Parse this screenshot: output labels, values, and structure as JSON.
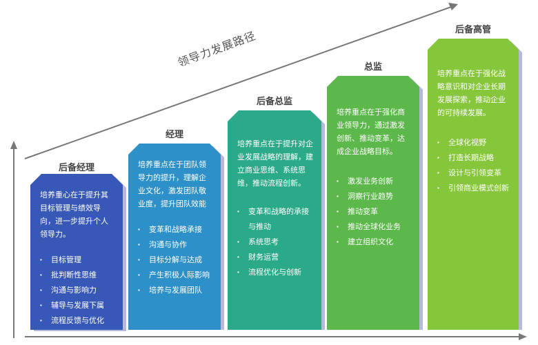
{
  "path_title": "领导力发展路径",
  "stages": [
    {
      "title": "后备经理",
      "color": "#3858b8",
      "desc": "培养重心在于提升其目标管理与绩效导向，进一步提升个人领导力。",
      "items": [
        "目标管理",
        "批判断性思维",
        "沟通与影响力",
        "辅导与发展下属",
        "流程反馈与优化"
      ]
    },
    {
      "title": "经理",
      "color": "#2e90c8",
      "desc": "培养重点在于团队领导力的提升，理解企业文化，激发团队敬业度，提升团队效能",
      "items": [
        "变革和战略承接",
        "沟通与协作",
        "目标分解与达成",
        "产生积极人际影响",
        "培养与发展团队"
      ]
    },
    {
      "title": "后备总监",
      "color": "#2aaa88",
      "desc": "培养重点在于提升对企业发展战略的理解，建立商业思维、系统思维，推动流程创新。",
      "items": [
        "变革和战略的承接与推动",
        "系统思考",
        "财务运营",
        "流程优化与创新"
      ]
    },
    {
      "title": "总监",
      "color": "#5cb84a",
      "desc": "培养重点在于强化商业领导力，通过激发创新、推动变革，达成企业战略目标。",
      "items": [
        "激发业务创新",
        "洞察行业趋势",
        "推动变革",
        "推动全球化业务",
        "建立组织文化"
      ]
    },
    {
      "title": "后备高管",
      "color": "#86c63a",
      "desc": "培养重点在于强化战略意识和对企业长期发展探索，推动企业的可持续发展。",
      "items": [
        "全球化视野",
        "打造长期战略",
        "设计与引领变革",
        "引领商业模式创新"
      ]
    }
  ]
}
